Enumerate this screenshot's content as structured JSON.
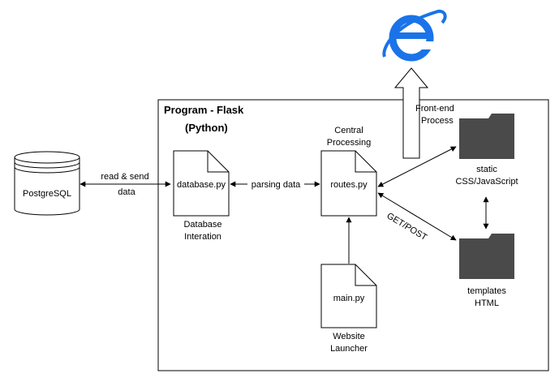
{
  "container": {
    "title_line1": "Program - Flask",
    "title_line2": "(Python)"
  },
  "database": {
    "label": "PostgreSQL"
  },
  "files": {
    "database_py": "database.py",
    "routes_py": "routes.py",
    "main_py": "main.py"
  },
  "captions": {
    "database_line1": "Database",
    "database_line2": "Interation",
    "central_line1": "Central",
    "central_line2": "Processing",
    "launcher_line1": "Website",
    "launcher_line2": "Launcher",
    "static_line1": "static",
    "static_line2": "CSS/JavaScript",
    "templates_line1": "templates",
    "templates_line2": "HTML",
    "frontend_line1": "Front-end",
    "frontend_line2": "Process"
  },
  "edges": {
    "read_send_line1": "read & send",
    "read_send_line2": "data",
    "parsing": "parsing data",
    "getpost": "GET/POST"
  },
  "icons": {
    "browser": "internet-explorer-icon",
    "folder": "folder-icon",
    "database": "database-cylinder-icon"
  },
  "colors": {
    "folder_fill": "#4a4a4a",
    "browser_blue": "#1a73e8",
    "stroke": "#000000"
  }
}
